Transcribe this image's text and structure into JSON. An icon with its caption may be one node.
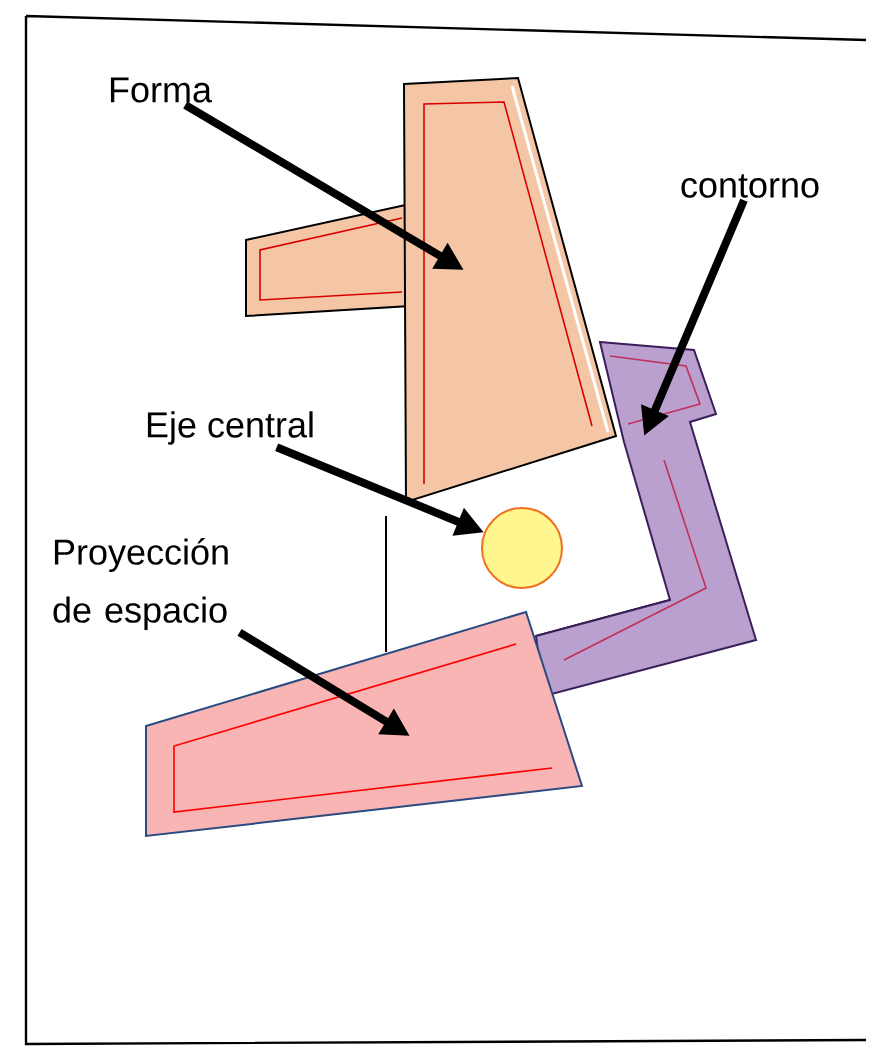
{
  "diagram": {
    "nodes": [
      {
        "text": [
          "Forma"
        ]
      },
      {
        "text": [
          "contorno"
        ]
      },
      {
        "text": [
          "Eje central"
        ]
      },
      {
        "text": [
          "Proyección de espacio"
        ]
      },
      {
        "text": [],
        "shape": "circle"
      },
      {
        "text": [],
        "shape": "picture"
      },
      {
        "text": [],
        "shape": "picture"
      },
      {
        "text": [],
        "shape": "picture"
      }
    ],
    "edges": [
      {
        "from": 0,
        "to": 5,
        "arrow": "to"
      },
      {
        "from": 1,
        "to": 6,
        "arrow": "to"
      },
      {
        "from": 2,
        "to": 4,
        "arrow": "to"
      },
      {
        "from": 3,
        "to": 7,
        "arrow": "to"
      }
    ]
  }
}
